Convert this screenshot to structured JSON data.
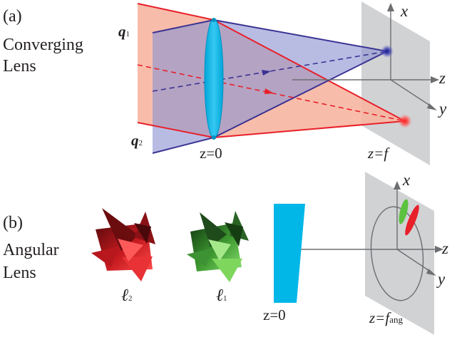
{
  "panel_a": {
    "label": "(a)",
    "title_line1": "Converging",
    "title_line2": "Lens",
    "q1_main": "q",
    "q1_sub": "1",
    "q2_main": "q",
    "q2_sub": "2",
    "lens_z": "z=0",
    "focal_z": "z=f",
    "axis_x": "x",
    "axis_y": "y",
    "axis_z": "z"
  },
  "panel_b": {
    "label": "(b)",
    "title_line1": "Angular",
    "title_line2": "Lens",
    "l2_main": "ℓ",
    "l2_sub": "2",
    "l1_main": "ℓ",
    "l1_sub": "1",
    "lens_z": "z=0",
    "focal_z_main": "z=f",
    "focal_z_sub": "ang",
    "axis_x": "x",
    "axis_y": "y",
    "axis_z": "z"
  },
  "colors": {
    "red_beam": "#e8202a",
    "red_fill": "#f7b49e",
    "blue_beam": "#3b3393",
    "blue_fill": "#9ea4d8",
    "lens": "#00b7e8",
    "plane": "#d1d2d4",
    "green_spot": "#5cc23f",
    "dark_red_object": "#7d0f12",
    "dark_green_object": "#1f5a1c"
  }
}
